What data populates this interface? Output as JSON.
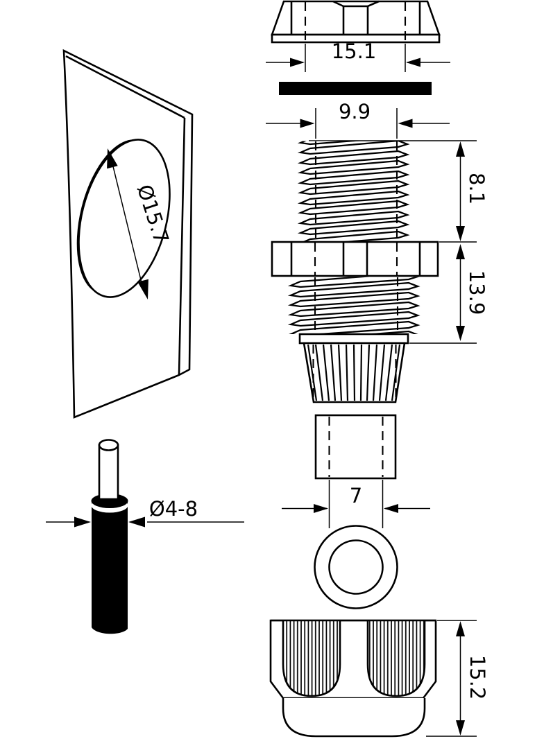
{
  "drawing": {
    "labels": {
      "panel_hole_diameter": "Ø15.7",
      "locknut_width": "15.1",
      "thread_diameter": "9.9",
      "upper_thread_length": "8.1",
      "body_length": "13.9",
      "insert_width": "7",
      "cable_diameter_range": "Ø4-8",
      "cap_height": "15.2"
    },
    "colors": {
      "line": "#000000",
      "background": "#ffffff",
      "gasket_fill": "#000000",
      "cable_jacket_fill": "#000000"
    }
  }
}
